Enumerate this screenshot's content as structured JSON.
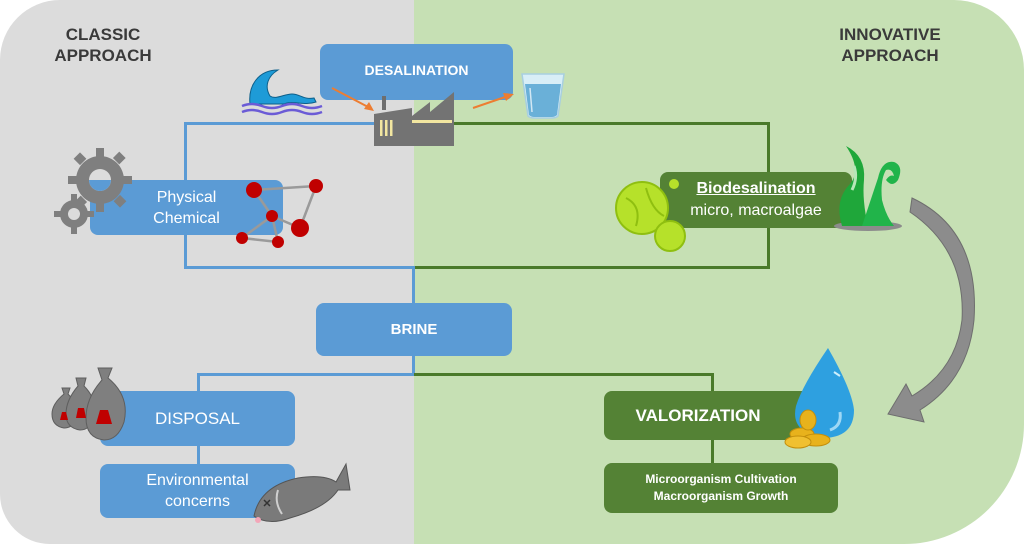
{
  "headings": {
    "classic": [
      "CLASSIC",
      "APPROACH"
    ],
    "innovative": [
      "INNOVATIVE",
      "APPROACH"
    ]
  },
  "nodes": {
    "desalination": "DESALINATION",
    "physical_chemical": [
      "Physical",
      "Chemical"
    ],
    "biodesalination": [
      "Biodesalination",
      "micro, macroalgae"
    ],
    "brine": "BRINE",
    "disposal": "DISPOSAL",
    "environmental_concerns": [
      "Environmental",
      "concerns"
    ],
    "valorization": "VALORIZATION",
    "valorization_detail": [
      "Microorganism Cultivation",
      "Macroorganism Growth"
    ]
  },
  "icons": [
    "wave-icon",
    "factory-icon",
    "water-glass-icon",
    "gears-icon",
    "molecule-icon",
    "algae-balls-icon",
    "seaweed-icon",
    "curved-arrow-icon",
    "money-bags-icon",
    "dead-fish-icon",
    "water-drop-icon",
    "coins-icon"
  ],
  "colors": {
    "classic_bg": "#dcdcdc",
    "innovative_bg": "#c6e0b4",
    "classic_box": "#5b9bd5",
    "innovative_box": "#548235"
  }
}
